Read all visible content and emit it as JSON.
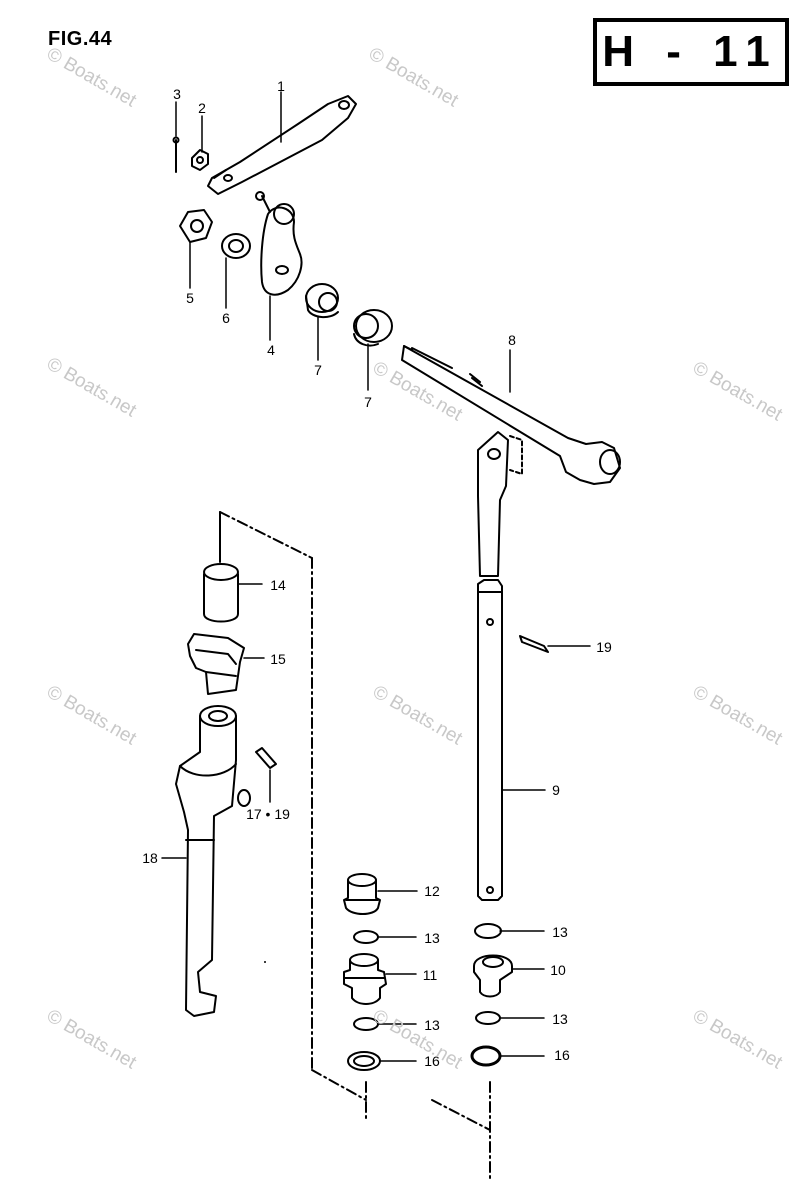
{
  "figure": {
    "title": "FIG.44",
    "code": "H - 11"
  },
  "watermark": "© Boats.net",
  "parts": [
    {
      "id": "p1",
      "label": "1"
    },
    {
      "id": "p2",
      "label": "2"
    },
    {
      "id": "p3",
      "label": "3"
    },
    {
      "id": "p4",
      "label": "4"
    },
    {
      "id": "p5",
      "label": "5"
    },
    {
      "id": "p6",
      "label": "6"
    },
    {
      "id": "p7a",
      "label": "7"
    },
    {
      "id": "p7b",
      "label": "7"
    },
    {
      "id": "p8",
      "label": "8"
    },
    {
      "id": "p9",
      "label": "9"
    },
    {
      "id": "p10",
      "label": "10"
    },
    {
      "id": "p11",
      "label": "11"
    },
    {
      "id": "p12",
      "label": "12"
    },
    {
      "id": "p13a",
      "label": "13"
    },
    {
      "id": "p13b",
      "label": "13"
    },
    {
      "id": "p13c",
      "label": "13"
    },
    {
      "id": "p13d",
      "label": "13"
    },
    {
      "id": "p14",
      "label": "14"
    },
    {
      "id": "p15",
      "label": "15"
    },
    {
      "id": "p16a",
      "label": "16"
    },
    {
      "id": "p16b",
      "label": "16"
    },
    {
      "id": "p17",
      "label": "17 • 19"
    },
    {
      "id": "p18",
      "label": "18"
    },
    {
      "id": "p19",
      "label": "19"
    }
  ]
}
